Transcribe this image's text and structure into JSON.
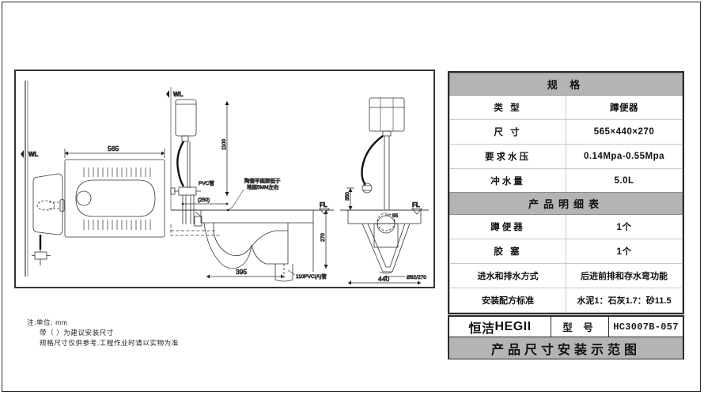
{
  "spec_table": {
    "header": "规  格",
    "rows": [
      {
        "key": "类  型",
        "value": "蹲便器"
      },
      {
        "key": "尺  寸",
        "value": "565×440×270"
      },
      {
        "key": "要求水压",
        "value": "0.14Mpa-0.55Mpa"
      },
      {
        "key": "冲水量",
        "value": "5.0L"
      }
    ]
  },
  "detail_table": {
    "header": "产品明细表",
    "rows": [
      {
        "key": "蹲便器",
        "value": "1个"
      },
      {
        "key": "胶  塞",
        "value": "1个"
      },
      {
        "key": "进水和排水方式",
        "value": "后进前排和存水弯功能"
      },
      {
        "key": "安装配方标准",
        "value": "水泥1：石灰1.7：砂11.5"
      }
    ]
  },
  "brand": {
    "logo_cn": "恒洁",
    "logo_en": "HEGII",
    "model_label": "型  号",
    "model_value": "HC3007B-057",
    "title": "产品尺寸安装示范图"
  },
  "notes": {
    "line1": "注:单位: mm",
    "line2": "带（ ）为建议安装尺寸",
    "line3": "规格尺寸仅供参考,工程作业时请以实物为准"
  },
  "drawing": {
    "labels": {
      "wl_left": "WL",
      "wl_mid": "WL",
      "wl_top": "WL",
      "fl_mid": "FL",
      "fl_right": "FL",
      "pvc_pipe": "PVC管",
      "drain_pipe": "110PVC(A)管",
      "note_ceramic_1": "陶瓷平面要低于",
      "note_ceramic_2": "地面5MM左右"
    },
    "dimensions": {
      "width_top": "565",
      "height_cistern": "1100",
      "offset_bracket": "(250)",
      "length_section": "395",
      "height_section": "270",
      "height_front": "350",
      "width_front": "440",
      "thickness": "55",
      "outlet_dia": "Ø92/270"
    }
  },
  "colors": {
    "header_gray": "#b4b4b4",
    "border_dark": "#2a2a2a",
    "line": "#333333"
  }
}
